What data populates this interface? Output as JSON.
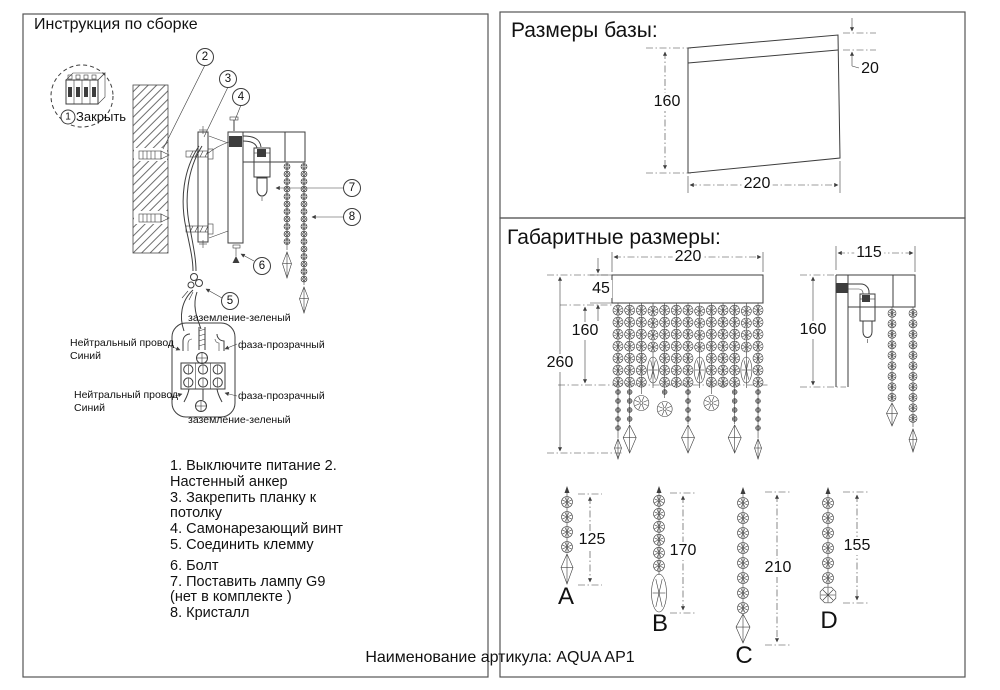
{
  "left_panel": {
    "title": "Инструкция по сборке",
    "inset": {
      "num": "1",
      "label": "Закрыть"
    },
    "callouts": {
      "c2": "2",
      "c3": "3",
      "c4": "4",
      "c5": "5",
      "c6": "6",
      "c7": "7",
      "c8": "8"
    },
    "wiring": {
      "ground_top": "заземление-зеленый",
      "neutral1_line1": "Нейтральный провод",
      "neutral1_line2": "Синий",
      "phase1": "фаза-прозрачный",
      "neutral2_line1": "Нейтральный провод",
      "neutral2_line2": "Синий",
      "phase2": "фаза-прозрачный",
      "ground_bottom": "заземление-зеленый"
    },
    "steps": [
      "1. Выключите питание 2.",
      "Настенный анкер",
      "3. Закрепить планку к",
      "потолку",
      "4. Самонарезающий винт",
      "5. Соединить клемму",
      "6. Болт",
      "7. Поставить лампу G9",
      "(нет в комплекте )",
      "8. Кристалл"
    ]
  },
  "base_panel": {
    "title": "Размеры базы:",
    "height": "160",
    "width": "220",
    "depth": "20"
  },
  "overall_panel": {
    "title": "Габаритные размеры:",
    "front": {
      "width": "220",
      "plate_height": "45",
      "curtain_height": "160",
      "total_height": "260"
    },
    "side": {
      "depth": "115",
      "height": "160"
    },
    "strands": [
      {
        "label": "A",
        "length": "125"
      },
      {
        "label": "B",
        "length": "170"
      },
      {
        "label": "C",
        "length": "210"
      },
      {
        "label": "D",
        "length": "155"
      }
    ]
  },
  "footer": {
    "article_label": "Наименование артикула: AQUA AP1"
  }
}
